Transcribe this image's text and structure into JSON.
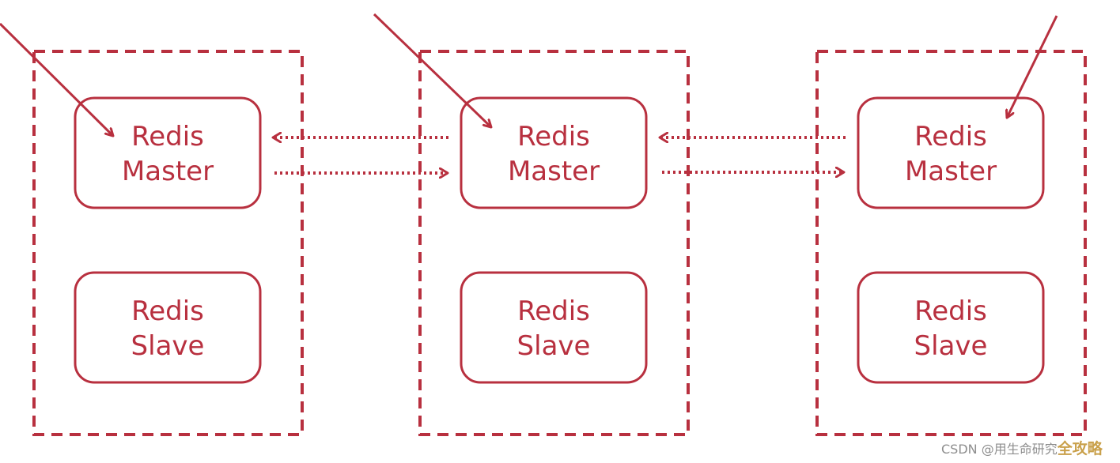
{
  "colors": {
    "accent": "#b8303f",
    "watermark": "#8e8e8e",
    "watermark_brand": "#c9a04a",
    "background": "#ffffff"
  },
  "nodes": {
    "master_line1": "Redis",
    "master_line2": "Master",
    "slave_line1": "Redis",
    "slave_line2": "Slave"
  },
  "groups": [
    {
      "id": "group-1",
      "master": [
        "Redis",
        "Master"
      ],
      "slave": [
        "Redis",
        "Slave"
      ]
    },
    {
      "id": "group-2",
      "master": [
        "Redis",
        "Master"
      ],
      "slave": [
        "Redis",
        "Slave"
      ]
    },
    {
      "id": "group-3",
      "master": [
        "Redis",
        "Master"
      ],
      "slave": [
        "Redis",
        "Slave"
      ]
    }
  ],
  "watermark": {
    "text": "CSDN @用生命研究",
    "brand": "全攻略"
  }
}
